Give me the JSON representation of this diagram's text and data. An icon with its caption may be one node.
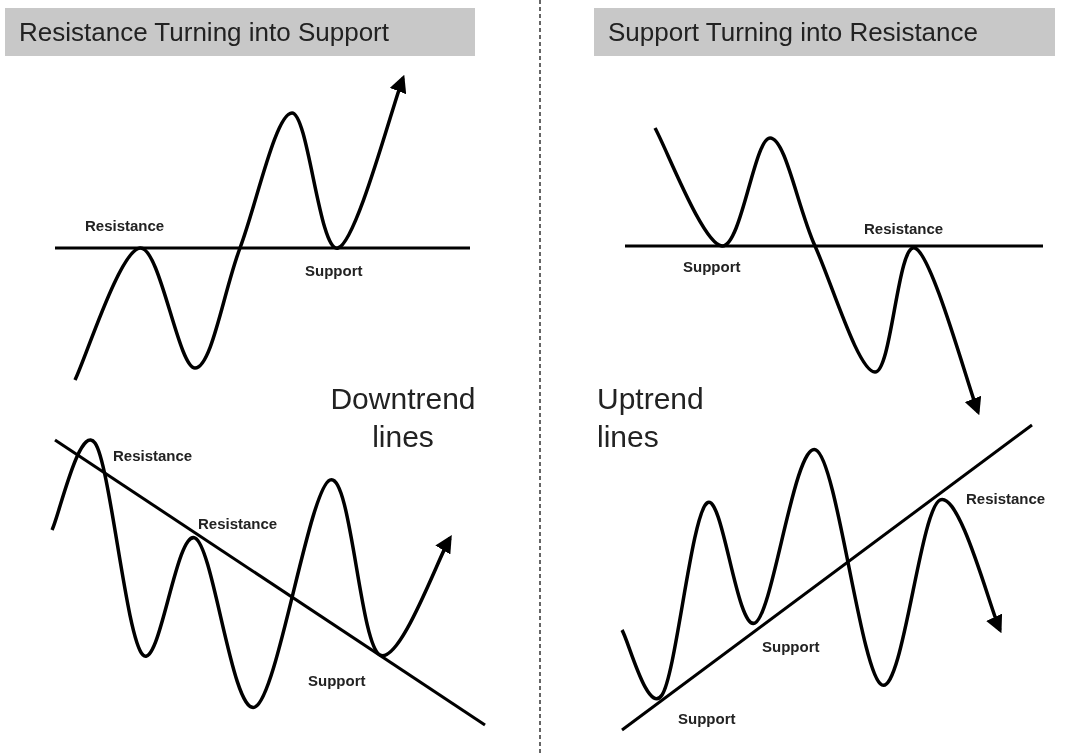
{
  "diagram": {
    "nodes": [
      {
        "text": [
          "Resistance Turning into Support"
        ]
      },
      {
        "text": [
          "Support Turning into Resistance"
        ]
      }
    ],
    "labels": [
      "Resistance",
      "Support",
      "Support",
      "Resistance",
      "Downtrend lines",
      "Uptrend lines",
      "Resistance",
      "Resistance",
      "Support",
      "Resistance",
      "Support",
      "Support"
    ]
  }
}
